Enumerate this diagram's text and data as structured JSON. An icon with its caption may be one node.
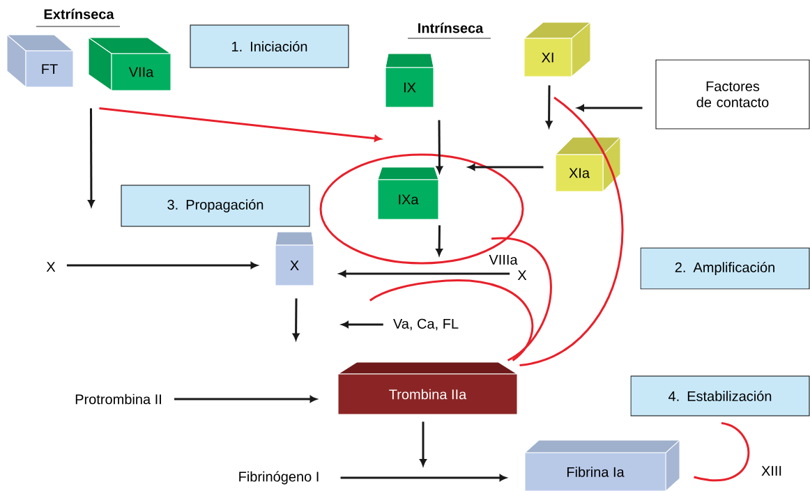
{
  "diagram": {
    "nodes": [
      {
        "text": [
          "FT"
        ]
      },
      {
        "text": [
          "VIIa"
        ]
      },
      {
        "text": [
          "1. Iniciación"
        ]
      },
      {
        "text": [
          "IX"
        ]
      },
      {
        "text": [
          "XI"
        ]
      },
      {
        "text": [
          "Factores de contacto"
        ]
      },
      {
        "text": [
          "XIa"
        ]
      },
      {
        "text": [
          "IXa"
        ]
      },
      {
        "text": [
          "3. Propagación"
        ]
      },
      {
        "text": [
          "X"
        ]
      },
      {
        "text": [
          "X"
        ]
      },
      {
        "text": [
          "VIIIa"
        ]
      },
      {
        "text": [
          "X"
        ]
      },
      {
        "text": [
          "2. Amplificación"
        ]
      },
      {
        "text": [
          "Va, Ca, FL"
        ]
      },
      {
        "text": [
          "Trombina IIa"
        ]
      },
      {
        "text": [
          "Protrombina II"
        ]
      },
      {
        "text": [
          "4. Estabilización"
        ]
      },
      {
        "text": [
          "Fibrinógeno I"
        ]
      },
      {
        "text": [
          "Fibrina Ia"
        ]
      },
      {
        "text": [
          "XIII"
        ]
      }
    ],
    "edges": [
      {
        "from": 1,
        "to": null,
        "arrow": "to"
      },
      {
        "from": 1,
        "to": null,
        "arrow": "to",
        "color": "#e8202a"
      },
      {
        "from": 3,
        "to": 7,
        "arrow": "to"
      },
      {
        "from": 4,
        "to": 6,
        "arrow": "to"
      },
      {
        "from": 5,
        "to": null,
        "arrow": "to"
      },
      {
        "from": 6,
        "to": 7,
        "arrow": "to"
      },
      {
        "from": 7,
        "to": null,
        "arrow": "to"
      },
      {
        "from": 9,
        "to": 10,
        "arrow": "to"
      },
      {
        "from": 12,
        "to": 10,
        "arrow": "to"
      },
      {
        "from": 10,
        "to": 15,
        "arrow": "to"
      },
      {
        "from": 14,
        "to": null,
        "arrow": "to"
      },
      {
        "from": 16,
        "to": 15,
        "arrow": "to"
      },
      {
        "from": 15,
        "to": null,
        "arrow": "to"
      },
      {
        "from": 18,
        "to": 19,
        "arrow": "to"
      },
      {
        "from": 15,
        "to": 11,
        "arrow": "none",
        "color": "#e8202a"
      },
      {
        "from": 15,
        "to": 14,
        "arrow": "none",
        "color": "#e8202a"
      },
      {
        "from": 15,
        "to": null,
        "arrow": "none",
        "color": "#e8202a"
      },
      {
        "from": 17,
        "to": 19,
        "arrow": "none",
        "color": "#e8202a"
      }
    ],
    "labels": [
      "Extrínseca",
      "Intrínseca"
    ]
  }
}
